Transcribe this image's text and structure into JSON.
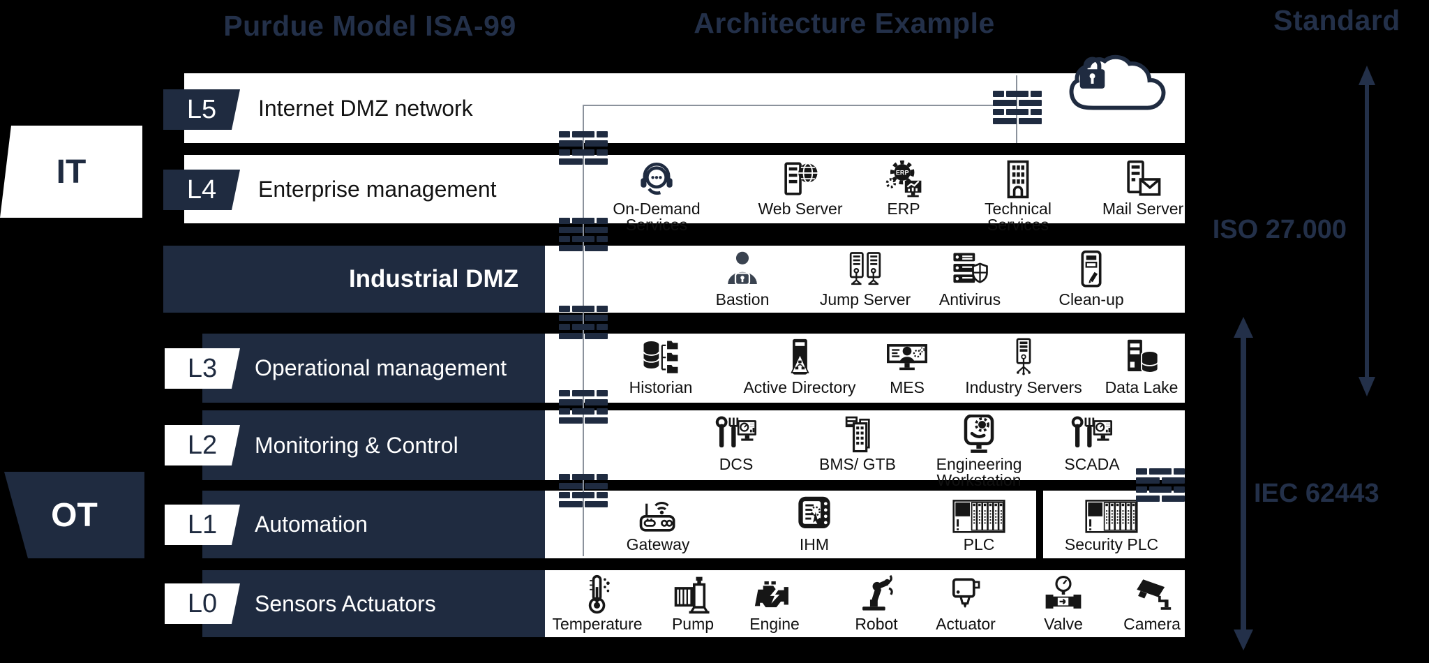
{
  "header": {
    "left_title": "Purdue Model ISA-99",
    "center_title": "Architecture Example",
    "right_title": "Standard"
  },
  "zones": {
    "it_label": "IT",
    "ot_label": "OT"
  },
  "standards": {
    "iso": {
      "label": "ISO 27.000"
    },
    "iec": {
      "label": "IEC 62443"
    }
  },
  "colors": {
    "navy": "#1f2b40",
    "title_navy": "#233049",
    "connector_gray": "#8b929c",
    "icon_black": "#161616",
    "band_white": "#ffffff",
    "background": "#000000"
  },
  "rows": [
    {
      "id": "L5",
      "badge": "L5",
      "title": "Internet DMZ network",
      "items": [
        {
          "icon": "secure-cloud",
          "label": ""
        }
      ]
    },
    {
      "id": "L4",
      "badge": "L4",
      "title": "Enterprise management",
      "items": [
        {
          "icon": "headset-chat",
          "label": "On-Demand Services"
        },
        {
          "icon": "server-globe",
          "label": "Web Server"
        },
        {
          "icon": "erp-gear",
          "label": "ERP"
        },
        {
          "icon": "building",
          "label": "Technical Services"
        },
        {
          "icon": "mail-server",
          "label": "Mail Server"
        }
      ]
    },
    {
      "id": "IndustrialDMZ",
      "badge": "",
      "title": "Industrial DMZ",
      "items": [
        {
          "icon": "person-lock",
          "label": "Bastion"
        },
        {
          "icon": "dual-servers",
          "label": "Jump Server"
        },
        {
          "icon": "server-shield",
          "label": "Antivirus"
        },
        {
          "icon": "server-pen",
          "label": "Clean-up"
        }
      ]
    },
    {
      "id": "L3",
      "badge": "L3",
      "title": "Operational management",
      "items": [
        {
          "icon": "database-folders",
          "label": "Historian"
        },
        {
          "icon": "tower-directory",
          "label": "Active Directory"
        },
        {
          "icon": "screens-operator",
          "label": "MES"
        },
        {
          "icon": "server-tower",
          "label": "Industry Servers"
        },
        {
          "icon": "server-database",
          "label": "Data Lake"
        }
      ]
    },
    {
      "id": "L2",
      "badge": "L2",
      "title": "Monitoring & Control",
      "items": [
        {
          "icon": "tools-monitor",
          "label": "DCS"
        },
        {
          "icon": "control-panel",
          "label": "BMS/ GTB"
        },
        {
          "icon": "workstation-gear",
          "label": "Engineering Workstation"
        },
        {
          "icon": "tools-monitor",
          "label": "SCADA"
        }
      ]
    },
    {
      "id": "L1",
      "badge": "L1",
      "title": "Automation",
      "items": [
        {
          "icon": "wifi-gateway",
          "label": "Gateway"
        },
        {
          "icon": "touch-panel",
          "label": "IHM"
        },
        {
          "icon": "plc-rack",
          "label": "PLC"
        }
      ],
      "security_items": [
        {
          "icon": "plc-rack",
          "label": "Security PLC"
        }
      ]
    },
    {
      "id": "L0",
      "badge": "L0",
      "title": "Sensors Actuators",
      "items": [
        {
          "icon": "thermometer",
          "label": "Temperature"
        },
        {
          "icon": "pump",
          "label": "Pump"
        },
        {
          "icon": "engine",
          "label": "Engine"
        },
        {
          "icon": "robot-arm",
          "label": "Robot"
        },
        {
          "icon": "actuator",
          "label": "Actuator"
        },
        {
          "icon": "valve",
          "label": "Valve"
        },
        {
          "icon": "cctv-camera",
          "label": "Camera"
        }
      ]
    }
  ]
}
